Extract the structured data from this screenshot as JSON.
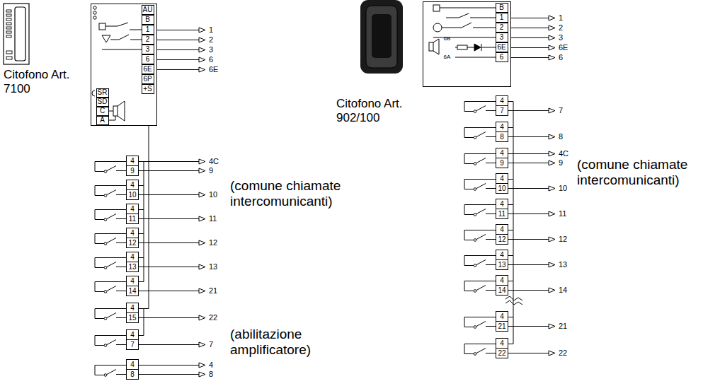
{
  "diagram": {
    "nodes": [
      {
        "text": [
          "AU",
          "B",
          "1",
          "2",
          "3",
          "6",
          "6E",
          "6P",
          "+S",
          "SR",
          "SD",
          "C",
          "A"
        ]
      },
      {
        "text": [
          "4",
          "9"
        ]
      },
      {
        "text": [
          "4",
          "10"
        ]
      },
      {
        "text": [
          "4",
          "11"
        ]
      },
      {
        "text": [
          "4",
          "12"
        ]
      },
      {
        "text": [
          "4",
          "13"
        ]
      },
      {
        "text": [
          "4",
          "14"
        ]
      },
      {
        "text": [
          "4",
          "15"
        ]
      },
      {
        "text": [
          "4",
          "7"
        ]
      },
      {
        "text": [
          "4",
          "8"
        ]
      },
      {
        "text": [
          "B",
          "1",
          "2",
          "3",
          "6E",
          "6",
          "6B",
          "6A"
        ]
      },
      {
        "text": [
          "4",
          "7"
        ]
      },
      {
        "text": [
          "4",
          "8"
        ]
      },
      {
        "text": [
          "4",
          "9"
        ]
      },
      {
        "text": [
          "4",
          "10"
        ]
      },
      {
        "text": [
          "4",
          "11"
        ]
      },
      {
        "text": [
          "4",
          "12"
        ]
      },
      {
        "text": [
          "4",
          "13"
        ]
      },
      {
        "text": [
          "4",
          "14"
        ]
      },
      {
        "text": [
          "4",
          "21"
        ]
      },
      {
        "text": [
          "4",
          "22"
        ]
      }
    ],
    "edges": [
      {
        "from": 1,
        "to": 2,
        "arrow": "none"
      },
      {
        "from": 2,
        "to": 3,
        "arrow": "none"
      },
      {
        "from": 3,
        "to": 4,
        "arrow": "none"
      },
      {
        "from": 4,
        "to": 5,
        "arrow": "none"
      },
      {
        "from": 5,
        "to": 6,
        "arrow": "none"
      },
      {
        "from": 0,
        "to": 7,
        "arrow": "none"
      },
      {
        "from": 7,
        "to": 8,
        "arrow": "none"
      },
      {
        "from": 11,
        "to": 12,
        "arrow": "none"
      },
      {
        "from": 12,
        "to": 13,
        "arrow": "none"
      },
      {
        "from": 13,
        "to": 14,
        "arrow": "none"
      },
      {
        "from": 14,
        "to": 15,
        "arrow": "none"
      },
      {
        "from": 15,
        "to": 16,
        "arrow": "none"
      },
      {
        "from": 16,
        "to": 17,
        "arrow": "none"
      },
      {
        "from": 17,
        "to": 18,
        "arrow": "none"
      },
      {
        "from": 18,
        "to": 19,
        "arrow": "none"
      },
      {
        "from": 19,
        "to": 20,
        "arrow": "none"
      }
    ],
    "labels": [
      "Citofono Art. 7100",
      "1",
      "2",
      "3",
      "6",
      "6E",
      "4C",
      "9",
      "10",
      "11",
      "12",
      "13",
      "21",
      "22",
      "7",
      "4",
      "8",
      "(comune chiamate intercomunicanti)",
      "(abilitazione amplificatore)",
      "Citofono Art. 902/100",
      "1",
      "2",
      "3",
      "6E",
      "6",
      "7",
      "8",
      "4C",
      "9",
      "10",
      "11",
      "12",
      "13",
      "14",
      "21",
      "22",
      "(comune chiamate intercomunicanti)"
    ]
  }
}
